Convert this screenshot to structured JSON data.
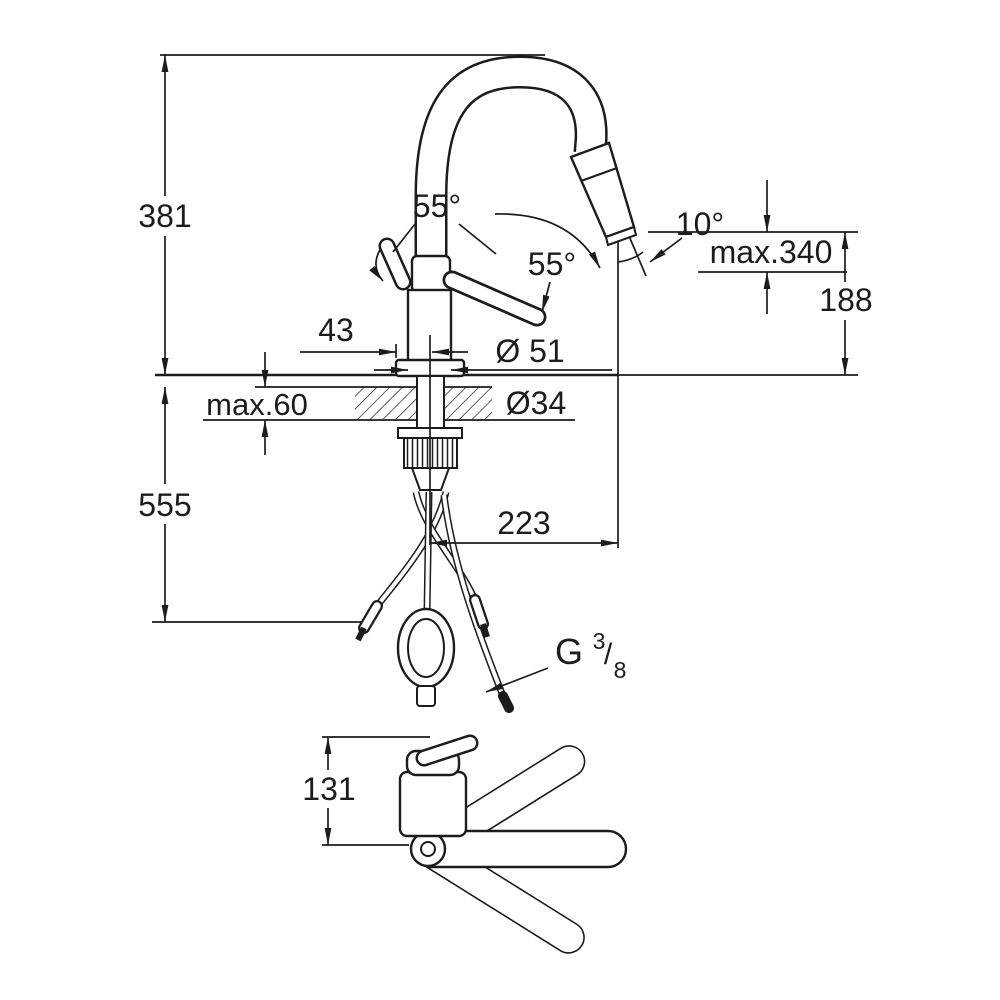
{
  "page": {
    "background": "#ffffff",
    "ink": "#1c1c1c"
  },
  "diagram": {
    "type": "technical-dimension-drawing",
    "subject": "kitchen pull-out spray faucet, front view with mounting parts and side view of swivel range",
    "labels": {
      "total_height": "381",
      "hose_drop": "555",
      "lever_angle_front": "55°",
      "lever_angle_side": "55°",
      "spray_angle": "10°",
      "max_height": "max.340",
      "outlet_height": "188",
      "center_offset": "43",
      "body_diameter": "Ø 51",
      "deck_thickness": "max.60",
      "hole_diameter": "Ø34",
      "spout_reach": "223",
      "thread_letter": "G",
      "thread_numerator": "3",
      "thread_slash": "/",
      "thread_denominator": "8",
      "side_view_height": "131"
    }
  }
}
